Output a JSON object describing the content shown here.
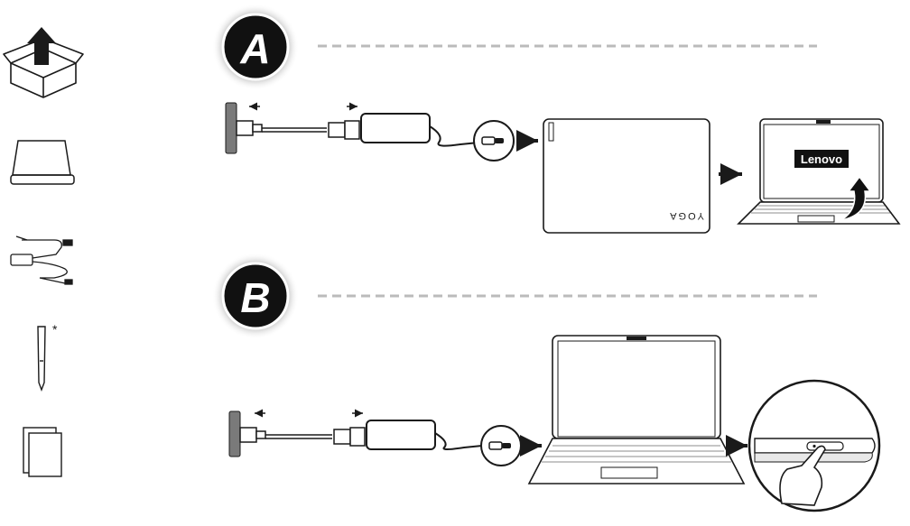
{
  "sidebar": {
    "items": [
      {
        "icon": "unbox-arrow-icon"
      },
      {
        "icon": "laptop-closed-icon"
      },
      {
        "icon": "power-adapter-icon"
      },
      {
        "icon": "pen-icon",
        "note": "*"
      },
      {
        "icon": "documents-icon"
      }
    ]
  },
  "steps": [
    {
      "label": "A",
      "icon": "step-a-badge-icon"
    },
    {
      "label": "B",
      "icon": "step-b-badge-icon"
    }
  ],
  "laptop_lid_text": "YOGA",
  "screen_logo_text": "Lenovo",
  "colors": {
    "ink": "#1a1a1a",
    "gray": "#9a9a9a",
    "plug": "#555555",
    "white": "#ffffff"
  }
}
